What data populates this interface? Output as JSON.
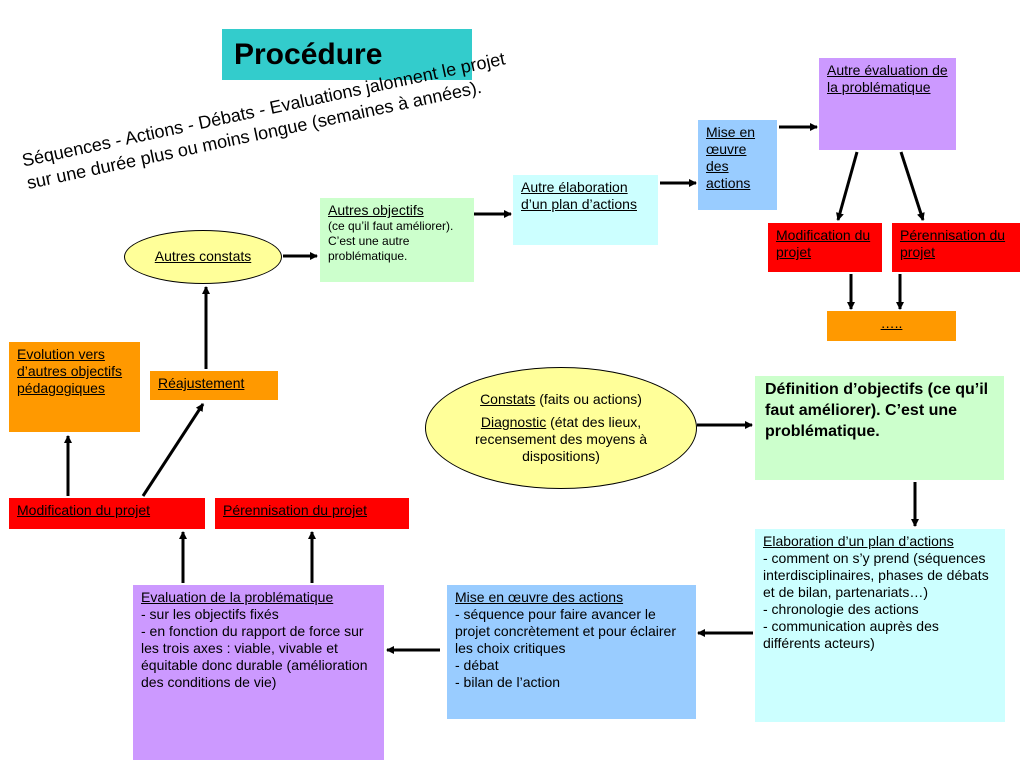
{
  "title": "Procédure",
  "subtitle_line1": "Séquences - Actions - Débats - Evaluations jalonnent le projet",
  "subtitle_line2": "sur une durée plus ou moins longue (semaines à années).",
  "boxes": {
    "autre_evaluation": "Autre évaluation de la problématique",
    "mise_en_oeuvre_top": "Mise en œuvre des actions",
    "autre_elaboration": "Autre élaboration d’un plan d’actions",
    "autres_objectifs_title": "Autres objectifs",
    "autres_objectifs_detail": "(ce qu’il faut améliorer). C’est une autre problématique.",
    "autres_constats": "Autres constats",
    "modification_top": "Modification du projet",
    "perennisation_top": "Pérennisation du projet",
    "ellipsis": "…..",
    "evolution": "Evolution vers d’autres objectifs pédagogiques",
    "reajustement": "Réajustement",
    "constats_label": "Constats",
    "constats_detail": " (faits ou actions)",
    "diagnostic_label": "Diagnostic",
    "diagnostic_detail": " (état des lieux, recensement des moyens à dispositions)",
    "definition": "Définition d’objectifs (ce qu’il faut améliorer). C’est une problématique.",
    "modification_bottom": "Modification du projet",
    "perennisation_bottom": "Pérennisation du projet",
    "elaboration_title": "Elaboration d’un plan d’actions",
    "elaboration_lines": [
      "- comment on s’y prend (séquences interdisciplinaires, phases de débats et de bilan, partenariats…)",
      "- chronologie des actions",
      "- communication auprès des différents acteurs)"
    ],
    "mise_en_oeuvre_title": "Mise en œuvre des actions",
    "mise_en_oeuvre_lines": [
      "- séquence pour faire avancer le projet concrètement et pour éclairer les choix critiques",
      "- débat",
      "- bilan de l’action"
    ],
    "evaluation_title": "Evaluation de la problématique",
    "evaluation_lines": [
      "- sur les objectifs fixés",
      "- en fonction du rapport de force sur les trois axes : viable, vivable et équitable donc durable (amélioration des conditions de vie)"
    ]
  }
}
